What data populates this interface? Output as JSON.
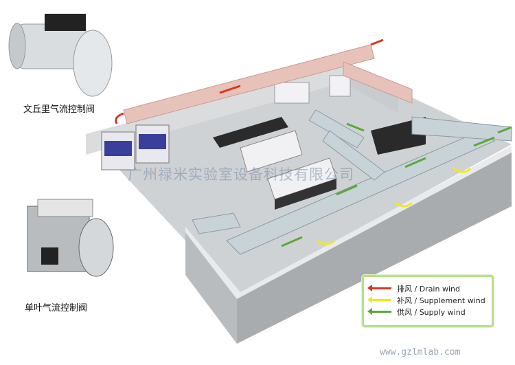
{
  "labels": {
    "venturi_valve": "文丘里气流控制阀",
    "single_blade_valve": "单叶气流控制阀"
  },
  "watermark": "广州禄米实验室设备科技有限公司",
  "website": "www.gzlmlab.com",
  "legend": {
    "items": [
      {
        "label": "排风 / Drain wind",
        "color": "#e0331e"
      },
      {
        "label": "补风 / Supplement wind",
        "color": "#f3e81a"
      },
      {
        "label": "供风 / Supply wind",
        "color": "#5aa83a"
      }
    ]
  }
}
